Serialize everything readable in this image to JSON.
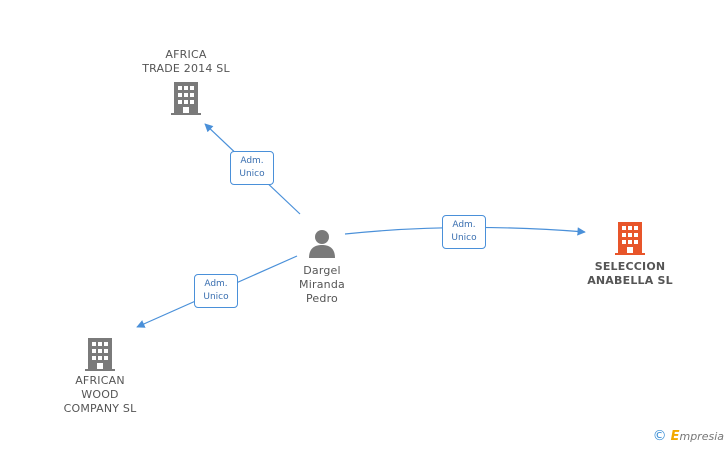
{
  "nodes": {
    "africa_trade": {
      "name": "AFRICA\nTRADE 2014 SL",
      "icon": "building-icon",
      "color": "#7a7a7a"
    },
    "seleccion": {
      "name": "SELECCION\nANABELLA  SL",
      "icon": "building-icon",
      "color": "#e8552a"
    },
    "african_wood": {
      "name": "AFRICAN\nWOOD\nCOMPANY SL",
      "icon": "building-icon",
      "color": "#7a7a7a"
    },
    "person": {
      "name": "Dargel\nMiranda\nPedro",
      "icon": "person-icon",
      "color": "#7a7a7a"
    }
  },
  "edges": {
    "to_africa_trade": {
      "label": "Adm.\nUnico"
    },
    "to_seleccion": {
      "label": "Adm.\nUnico"
    },
    "to_african_wood": {
      "label": "Adm.\nUnico"
    }
  },
  "colors": {
    "edge": "#4a90d9"
  },
  "brand": {
    "copyright": "©",
    "e": "E",
    "rest": "mpresia"
  }
}
